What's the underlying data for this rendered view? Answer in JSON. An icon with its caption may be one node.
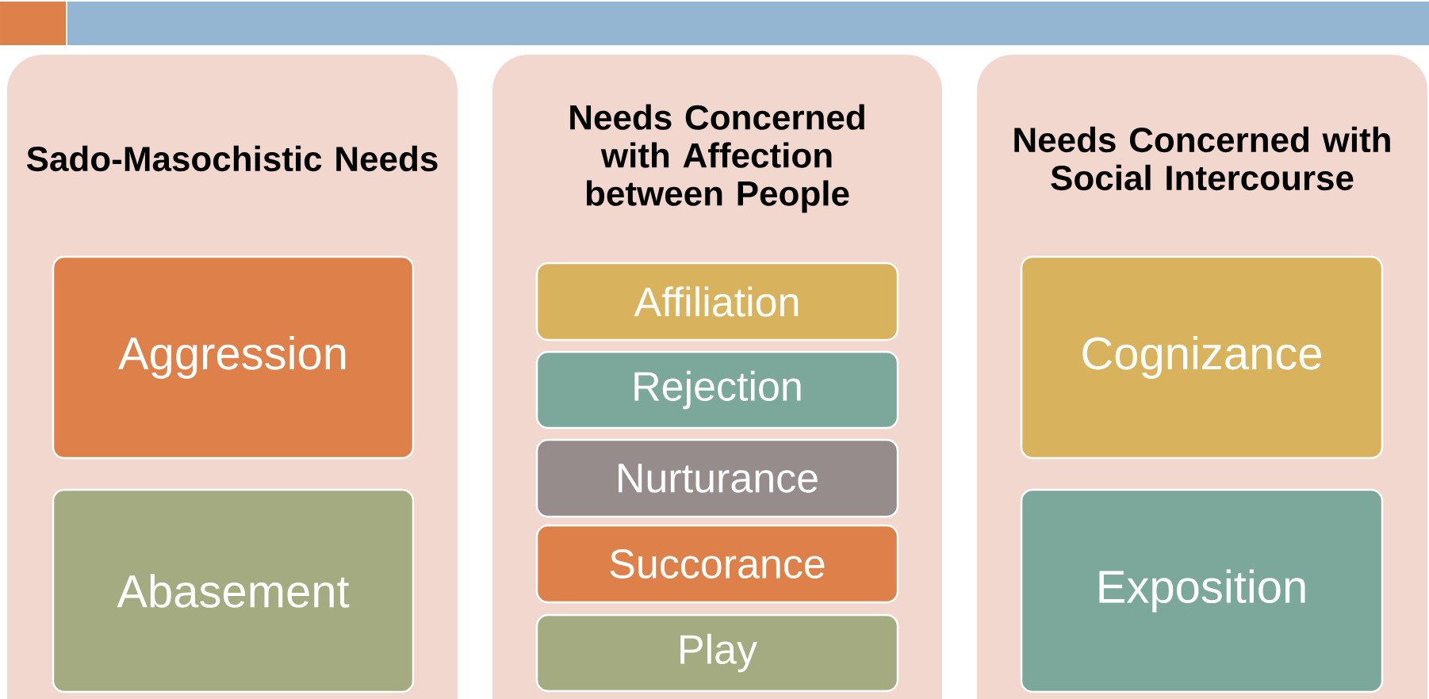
{
  "diagram": {
    "nodes": [
      {
        "text": [
          "Sado-Masochistic Needs"
        ]
      },
      {
        "text": [
          "Aggression"
        ],
        "in": 0
      },
      {
        "text": [
          "Abasement"
        ],
        "in": 0
      },
      {
        "text": [
          "Needs Concerned with Affection between People"
        ]
      },
      {
        "text": [
          "Affiliation"
        ],
        "in": 3
      },
      {
        "text": [
          "Rejection"
        ],
        "in": 3
      },
      {
        "text": [
          "Nurturance"
        ],
        "in": 3
      },
      {
        "text": [
          "Succorance"
        ],
        "in": 3
      },
      {
        "text": [
          "Play"
        ],
        "in": 3
      },
      {
        "text": [
          "Needs Concerned with Social Intercourse"
        ]
      },
      {
        "text": [
          "Cognizance"
        ],
        "in": 9
      },
      {
        "text": [
          "Exposition"
        ],
        "in": 9
      }
    ]
  }
}
